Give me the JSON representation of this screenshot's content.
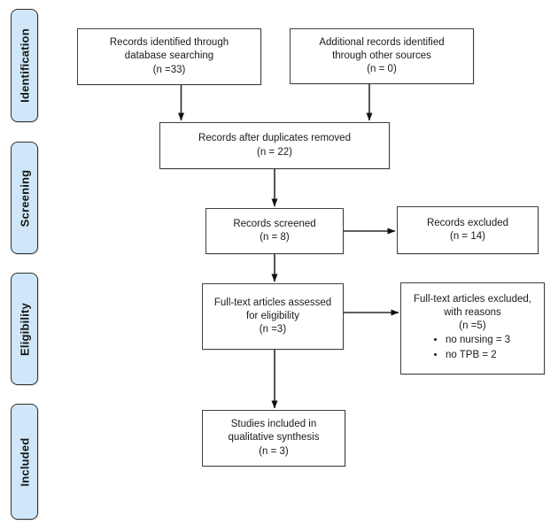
{
  "diagram": {
    "type": "prisma-flowchart",
    "colors": {
      "stage_fill": "#cfe7f8",
      "stage_border": "#2f2f2f",
      "box_border": "#3f3f3f",
      "text": "#1a1a1a",
      "arrow": "#2b2b2b"
    },
    "stages": {
      "identification": "Identification",
      "screening": "Screening",
      "eligibility": "Eligibility",
      "included": "Included"
    },
    "boxes": {
      "records_identified": {
        "text": "Records identified through\ndatabase searching\n(n =33)"
      },
      "additional_records": {
        "text": "Additional records identified\nthrough other sources\n(n = 0)"
      },
      "duplicates_removed": {
        "text": "Records after duplicates removed\n(n = 22)"
      },
      "records_screened": {
        "text": "Records screened\n(n = 8)"
      },
      "records_excluded": {
        "text": "Records excluded\n(n = 14)"
      },
      "fulltext_assessed": {
        "text": "Full-text articles assessed\nfor eligibility\n(n =3)"
      },
      "fulltext_excluded": {
        "text": "Full-text articles excluded,\nwith reasons\n(n =5)",
        "reasons": [
          "no nursing = 3",
          "no TPB = 2"
        ]
      },
      "studies_included": {
        "text": "Studies included in\nqualitative synthesis\n(n = 3)"
      }
    }
  }
}
